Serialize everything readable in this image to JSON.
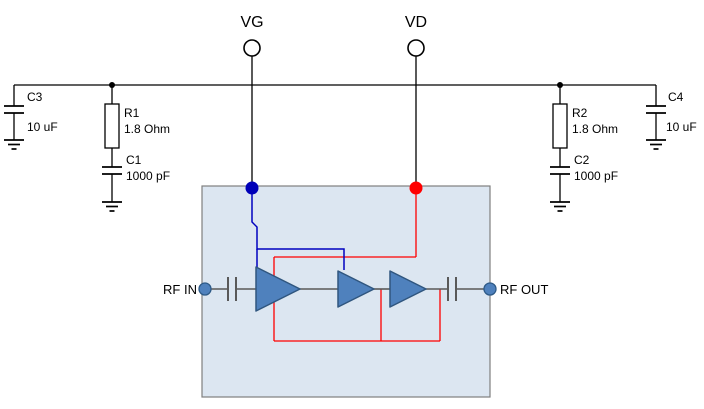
{
  "colors": {
    "background": "#ffffff",
    "text": "#000000",
    "wire_black": "#000000",
    "wire_gray": "#595959",
    "wire_blue": "#0000bf",
    "wire_red": "#ff0000",
    "vg_pin_dot": "#0000b8",
    "vd_pin_dot": "#ff0000",
    "rf_port_dot": "#4f81bd",
    "rf_port_dot_border": "#2e5a87",
    "amp_fill": "#4f81bd",
    "amp_border": "#30567f",
    "box_fill": "#dce6f1",
    "box_border": "#7f7f7f"
  },
  "terminals": {
    "vg": {
      "label": "VG"
    },
    "vd": {
      "label": "VD"
    }
  },
  "components": {
    "c3": {
      "ref": "C3",
      "value": "10 uF"
    },
    "r1": {
      "ref": "R1",
      "value": "1.8 Ohm"
    },
    "c1": {
      "ref": "C1",
      "value": "1000 pF"
    },
    "r2": {
      "ref": "R2",
      "value": "1.8 Ohm"
    },
    "c2": {
      "ref": "C2",
      "value": "1000 pF"
    },
    "c4": {
      "ref": "C4",
      "value": "10 uF"
    }
  },
  "ports": {
    "rf_in": {
      "label": "RF IN"
    },
    "rf_out": {
      "label": "RF OUT"
    }
  }
}
